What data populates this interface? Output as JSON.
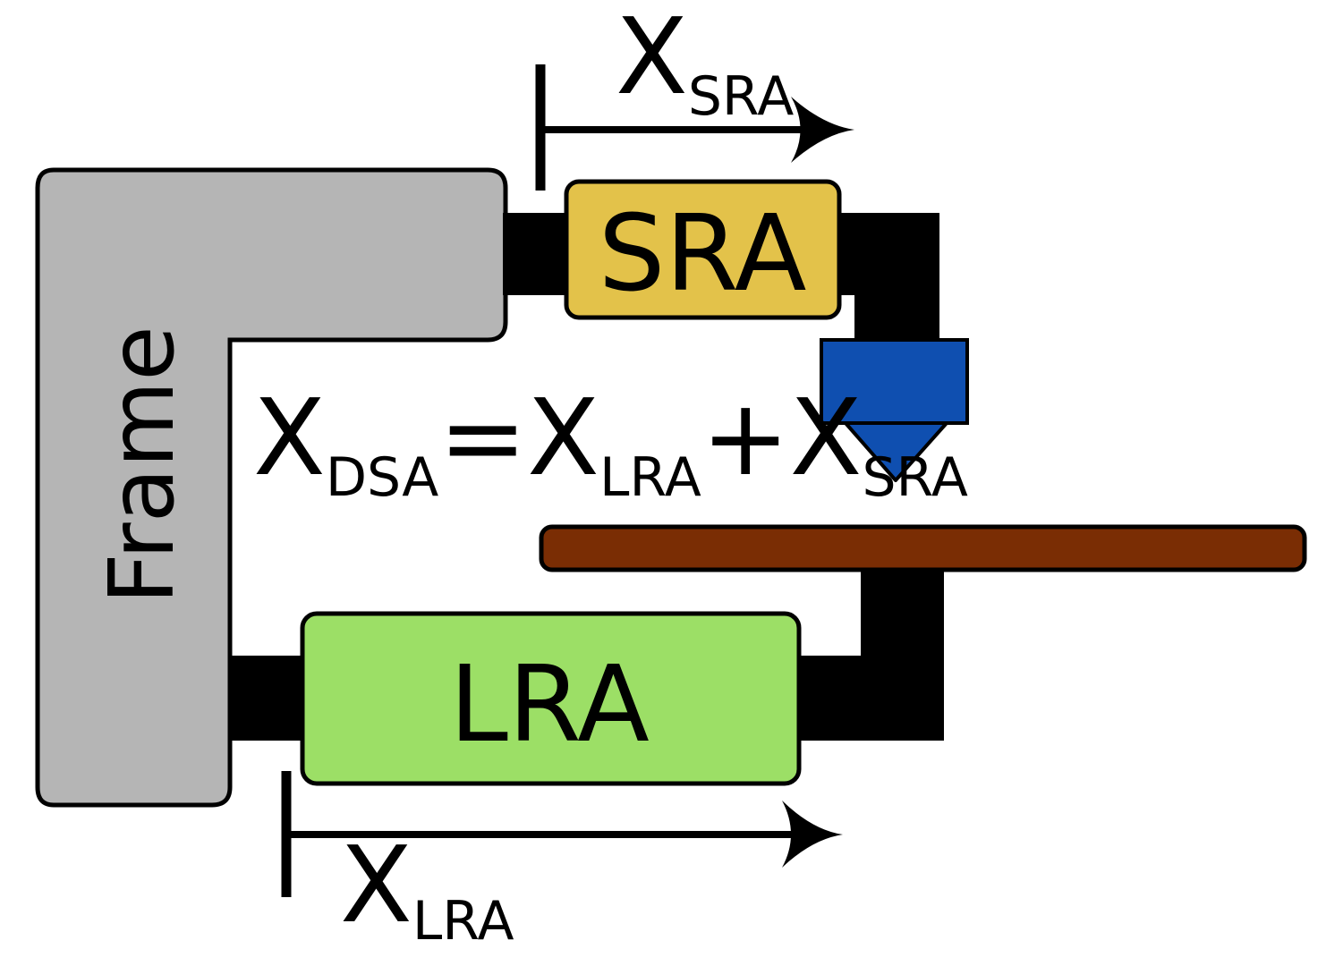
{
  "labels": {
    "frame": "Frame",
    "sra": "SRA",
    "lra": "LRA",
    "x_sra": {
      "main": "X",
      "sub": "SRA"
    },
    "x_lra": {
      "main": "X",
      "sub": "LRA"
    },
    "equation": {
      "x1": "X",
      "s1": "DSA",
      "eq": "=",
      "x2": "X",
      "s2": "LRA",
      "plus": "+",
      "x3": "X",
      "s3": "SRA"
    }
  },
  "colors": {
    "frame": "#b5b5b5",
    "sra": "#e3c24a",
    "lra": "#9cdf66",
    "tool": "#0f4fb0",
    "workpiece": "#7a2d04",
    "connector": "#000000"
  }
}
